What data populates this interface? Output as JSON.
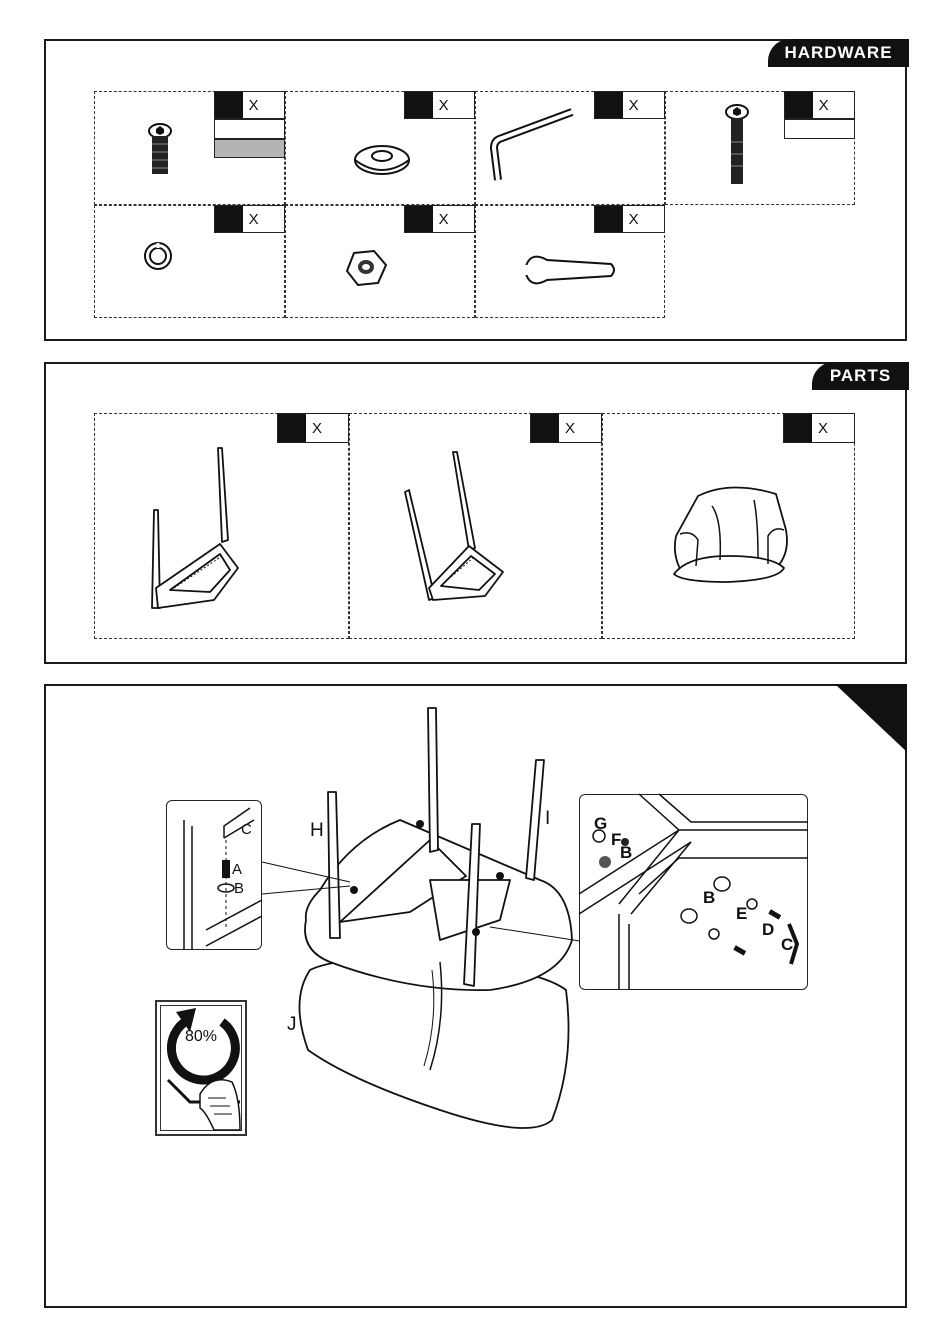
{
  "hardware": {
    "title": "HARDWARE",
    "qty_mark": "X",
    "items": [
      {
        "icon": "bolt-icon"
      },
      {
        "icon": "washer-icon"
      },
      {
        "icon": "allen-key-icon"
      },
      {
        "icon": "long-bolt-icon"
      },
      {
        "icon": "spring-washer-icon"
      },
      {
        "icon": "hex-nut-icon"
      },
      {
        "icon": "wrench-icon"
      }
    ]
  },
  "parts": {
    "title": "PARTS",
    "qty_mark": "X",
    "items": [
      {
        "icon": "leg-frame-icon"
      },
      {
        "icon": "leg-frame-icon"
      },
      {
        "icon": "seat-icon"
      }
    ]
  },
  "step": {
    "labels": {
      "h": "H",
      "i": "I",
      "j": "J"
    },
    "detail_left": {
      "c": "C",
      "a": "A",
      "b": "B"
    },
    "detail_right": {
      "g": "G",
      "f": "F",
      "b1": "B",
      "b2": "B",
      "e": "E",
      "d": "D",
      "c": "C"
    },
    "torque": "80%"
  }
}
